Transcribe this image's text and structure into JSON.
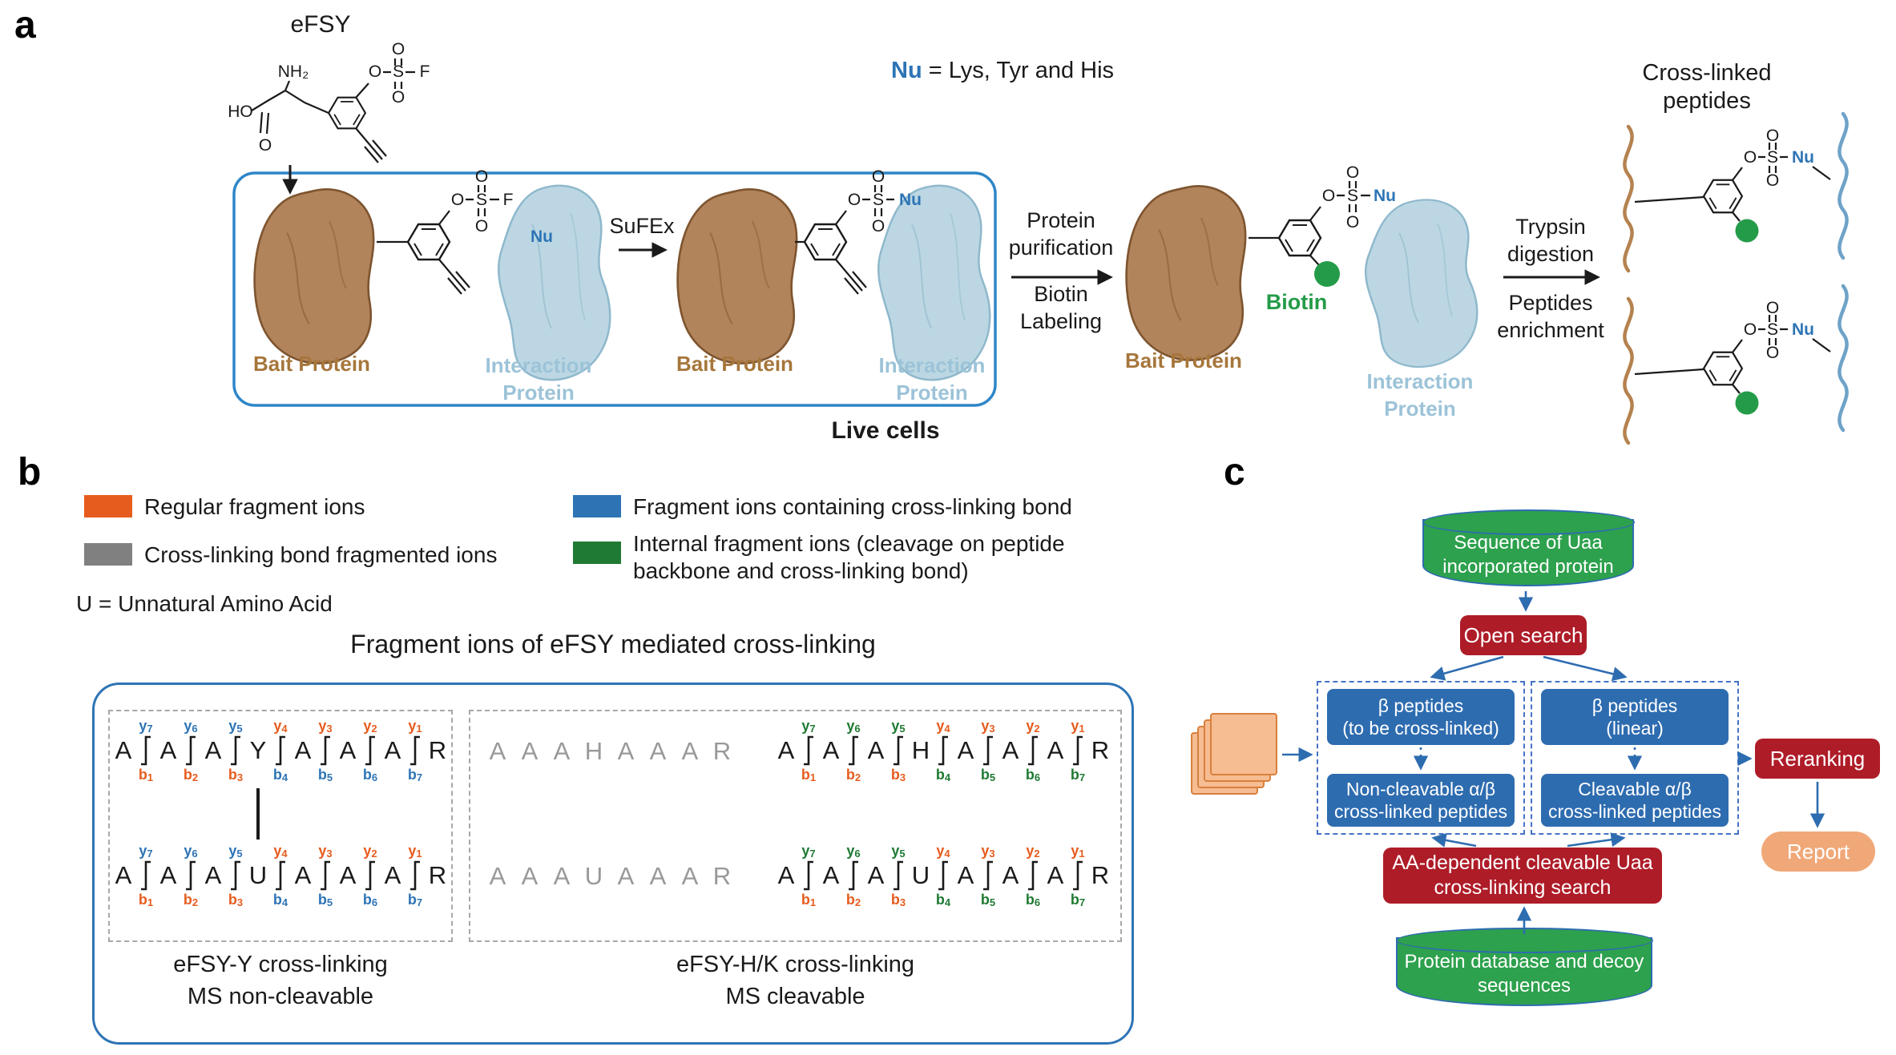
{
  "colors": {
    "ion_orange": "#E65C1E",
    "ion_blue": "#2E74B5",
    "ion_green": "#1F7A33",
    "ion_gray": "#999999",
    "biotin_green": "#249B48",
    "flow_blue": "#2E6CB0",
    "flow_red": "#AE1C28",
    "flow_green": "#2DA14D",
    "report_tan": "#F0A878",
    "bait_brown": "#B2845C",
    "interaction_blue": "#BCD7E3"
  },
  "palette": {
    "orange": "#E65C1E",
    "blue": "#2E74B5",
    "green": "#1F7A33",
    "gray": "#999999",
    "black": "#1A1A1A"
  },
  "chem": {
    "HO": "HO",
    "O": "O",
    "S": "S",
    "F": "F",
    "NH2": "NH₂",
    "Nu": "Nu"
  },
  "panel_a": {
    "label": "a",
    "efsy": "eFSY",
    "nu_eq": {
      "nu": "Nu",
      "rest": " = Lys, Tyr and His"
    },
    "sufex": "SuFEx",
    "bait": "Bait Protein",
    "interaction": [
      "Interaction",
      "Protein"
    ],
    "live_cells": "Live cells",
    "step1": [
      "Protein",
      "purification",
      "Biotin",
      "Labeling"
    ],
    "biotin": "Biotin",
    "step2": [
      "Trypsin",
      "digestion",
      "Peptides",
      "enrichment"
    ],
    "crosslinked": [
      "Cross-linked",
      "peptides"
    ]
  },
  "panel_b": {
    "label": "b",
    "legend": {
      "regular": "Regular fragment ions",
      "bond_fragmented": "Cross-linking bond fragmented ions",
      "containing_bond": "Fragment ions containing cross-linking bond",
      "internal": "Internal fragment ions (cleavage on peptide backbone and cross-linking bond)"
    },
    "u_note": "U = Unnatural Amino Acid",
    "title": "Fragment ions of eFSY mediated cross-linking",
    "captions": {
      "left": [
        "eFSY-Y cross-linking",
        "MS non-cleavable"
      ],
      "right": [
        "eFSY-H/K cross-linking",
        "MS cleavable"
      ]
    },
    "peptides": {
      "nc_top": {
        "residues": [
          "A",
          "A",
          "A",
          "Y",
          "A",
          "A",
          "A",
          "R"
        ],
        "color": "black",
        "marks": true,
        "ions": [
          {
            "y": "y7",
            "yc": "blue",
            "b": "b1",
            "bc": "orange"
          },
          {
            "y": "y6",
            "yc": "blue",
            "b": "b2",
            "bc": "orange"
          },
          {
            "y": "y5",
            "yc": "blue",
            "b": "b3",
            "bc": "orange"
          },
          {
            "y": "y4",
            "yc": "orange",
            "b": "b4",
            "bc": "blue"
          },
          {
            "y": "y3",
            "yc": "orange",
            "b": "b5",
            "bc": "blue"
          },
          {
            "y": "y2",
            "yc": "orange",
            "b": "b6",
            "bc": "blue"
          },
          {
            "y": "y1",
            "yc": "orange",
            "b": "b7",
            "bc": "blue"
          }
        ]
      },
      "nc_bottom": {
        "residues": [
          "A",
          "A",
          "A",
          "U",
          "A",
          "A",
          "A",
          "R"
        ],
        "color": "black",
        "marks": true,
        "ions": [
          {
            "y": "y7",
            "yc": "blue",
            "b": "b1",
            "bc": "orange"
          },
          {
            "y": "y6",
            "yc": "blue",
            "b": "b2",
            "bc": "orange"
          },
          {
            "y": "y5",
            "yc": "blue",
            "b": "b3",
            "bc": "orange"
          },
          {
            "y": "y4",
            "yc": "orange",
            "b": "b4",
            "bc": "blue"
          },
          {
            "y": "y3",
            "yc": "orange",
            "b": "b5",
            "bc": "blue"
          },
          {
            "y": "y2",
            "yc": "orange",
            "b": "b6",
            "bc": "blue"
          },
          {
            "y": "y1",
            "yc": "orange",
            "b": "b7",
            "bc": "blue"
          }
        ]
      },
      "c_gray_top": {
        "residues": [
          "A",
          "A",
          "A",
          "H",
          "A",
          "A",
          "A",
          "R"
        ],
        "color": "gray",
        "marks": false
      },
      "c_gray_bottom": {
        "residues": [
          "A",
          "A",
          "A",
          "U",
          "A",
          "A",
          "A",
          "R"
        ],
        "color": "gray",
        "marks": false
      },
      "c_top": {
        "residues": [
          "A",
          "A",
          "A",
          "H",
          "A",
          "A",
          "A",
          "R"
        ],
        "color": "black",
        "marks": true,
        "ions": [
          {
            "y": "y7",
            "yc": "green",
            "b": "b1",
            "bc": "orange"
          },
          {
            "y": "y6",
            "yc": "green",
            "b": "b2",
            "bc": "orange"
          },
          {
            "y": "y5",
            "yc": "green",
            "b": "b3",
            "bc": "orange"
          },
          {
            "y": "y4",
            "yc": "orange",
            "b": "b4",
            "bc": "green"
          },
          {
            "y": "y3",
            "yc": "orange",
            "b": "b5",
            "bc": "green"
          },
          {
            "y": "y2",
            "yc": "orange",
            "b": "b6",
            "bc": "green"
          },
          {
            "y": "y1",
            "yc": "orange",
            "b": "b7",
            "bc": "green"
          }
        ]
      },
      "c_bottom": {
        "residues": [
          "A",
          "A",
          "A",
          "U",
          "A",
          "A",
          "A",
          "R"
        ],
        "color": "black",
        "marks": true,
        "ions": [
          {
            "y": "y7",
            "yc": "green",
            "b": "b1",
            "bc": "orange"
          },
          {
            "y": "y6",
            "yc": "green",
            "b": "b2",
            "bc": "orange"
          },
          {
            "y": "y5",
            "yc": "green",
            "b": "b3",
            "bc": "orange"
          },
          {
            "y": "y4",
            "yc": "orange",
            "b": "b4",
            "bc": "green"
          },
          {
            "y": "y3",
            "yc": "orange",
            "b": "b5",
            "bc": "green"
          },
          {
            "y": "y2",
            "yc": "orange",
            "b": "b6",
            "bc": "green"
          },
          {
            "y": "y1",
            "yc": "orange",
            "b": "b7",
            "bc": "green"
          }
        ]
      }
    }
  },
  "panel_c": {
    "label": "c",
    "uaa_db": [
      "Sequence of Uaa",
      "incorporated protein"
    ],
    "open_search": "Open search",
    "beta_crosslink": [
      "β peptides",
      "(to be cross-linked)"
    ],
    "beta_linear": [
      "β peptides",
      "(linear)"
    ],
    "noncleavable": [
      "Non-cleavable α/β",
      "cross-linked peptides"
    ],
    "cleavable": [
      "Cleavable α/β",
      "cross-linked peptides"
    ],
    "reranking": "Reranking",
    "report": "Report",
    "aa_search": [
      "AA-dependent cleavable Uaa",
      "cross-linking search"
    ],
    "protein_db": [
      "Protein database and decoy",
      "sequences"
    ]
  }
}
